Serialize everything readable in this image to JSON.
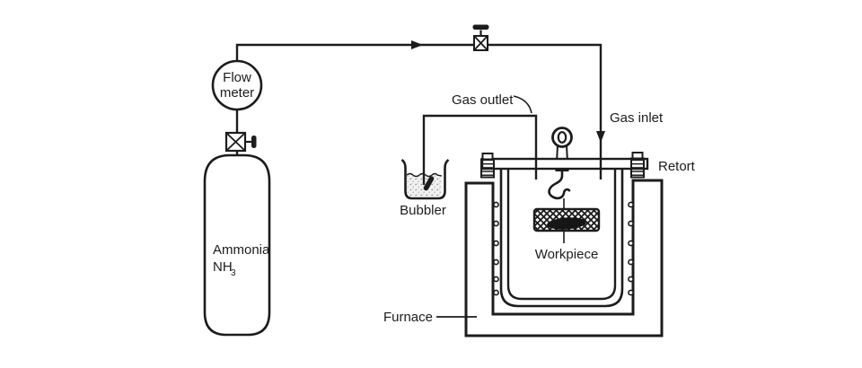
{
  "diagram": {
    "subject": "gas-nitriding-furnace-setup",
    "colors": {
      "ink": "#1c1c1c",
      "background": "#ffffff",
      "liquid_stipple": "#9a9a9a"
    },
    "labels": {
      "flow_meter": {
        "line1": "Flow",
        "line2": "meter"
      },
      "gas_outlet": "Gas outlet",
      "gas_inlet": "Gas inlet",
      "retort": "Retort",
      "bubbler": "Bubbler",
      "cylinder": {
        "name": "Ammonia",
        "formula": "NH",
        "formula_subscript": "3"
      },
      "workpiece": "Workpiece",
      "furnace": "Furnace"
    }
  }
}
